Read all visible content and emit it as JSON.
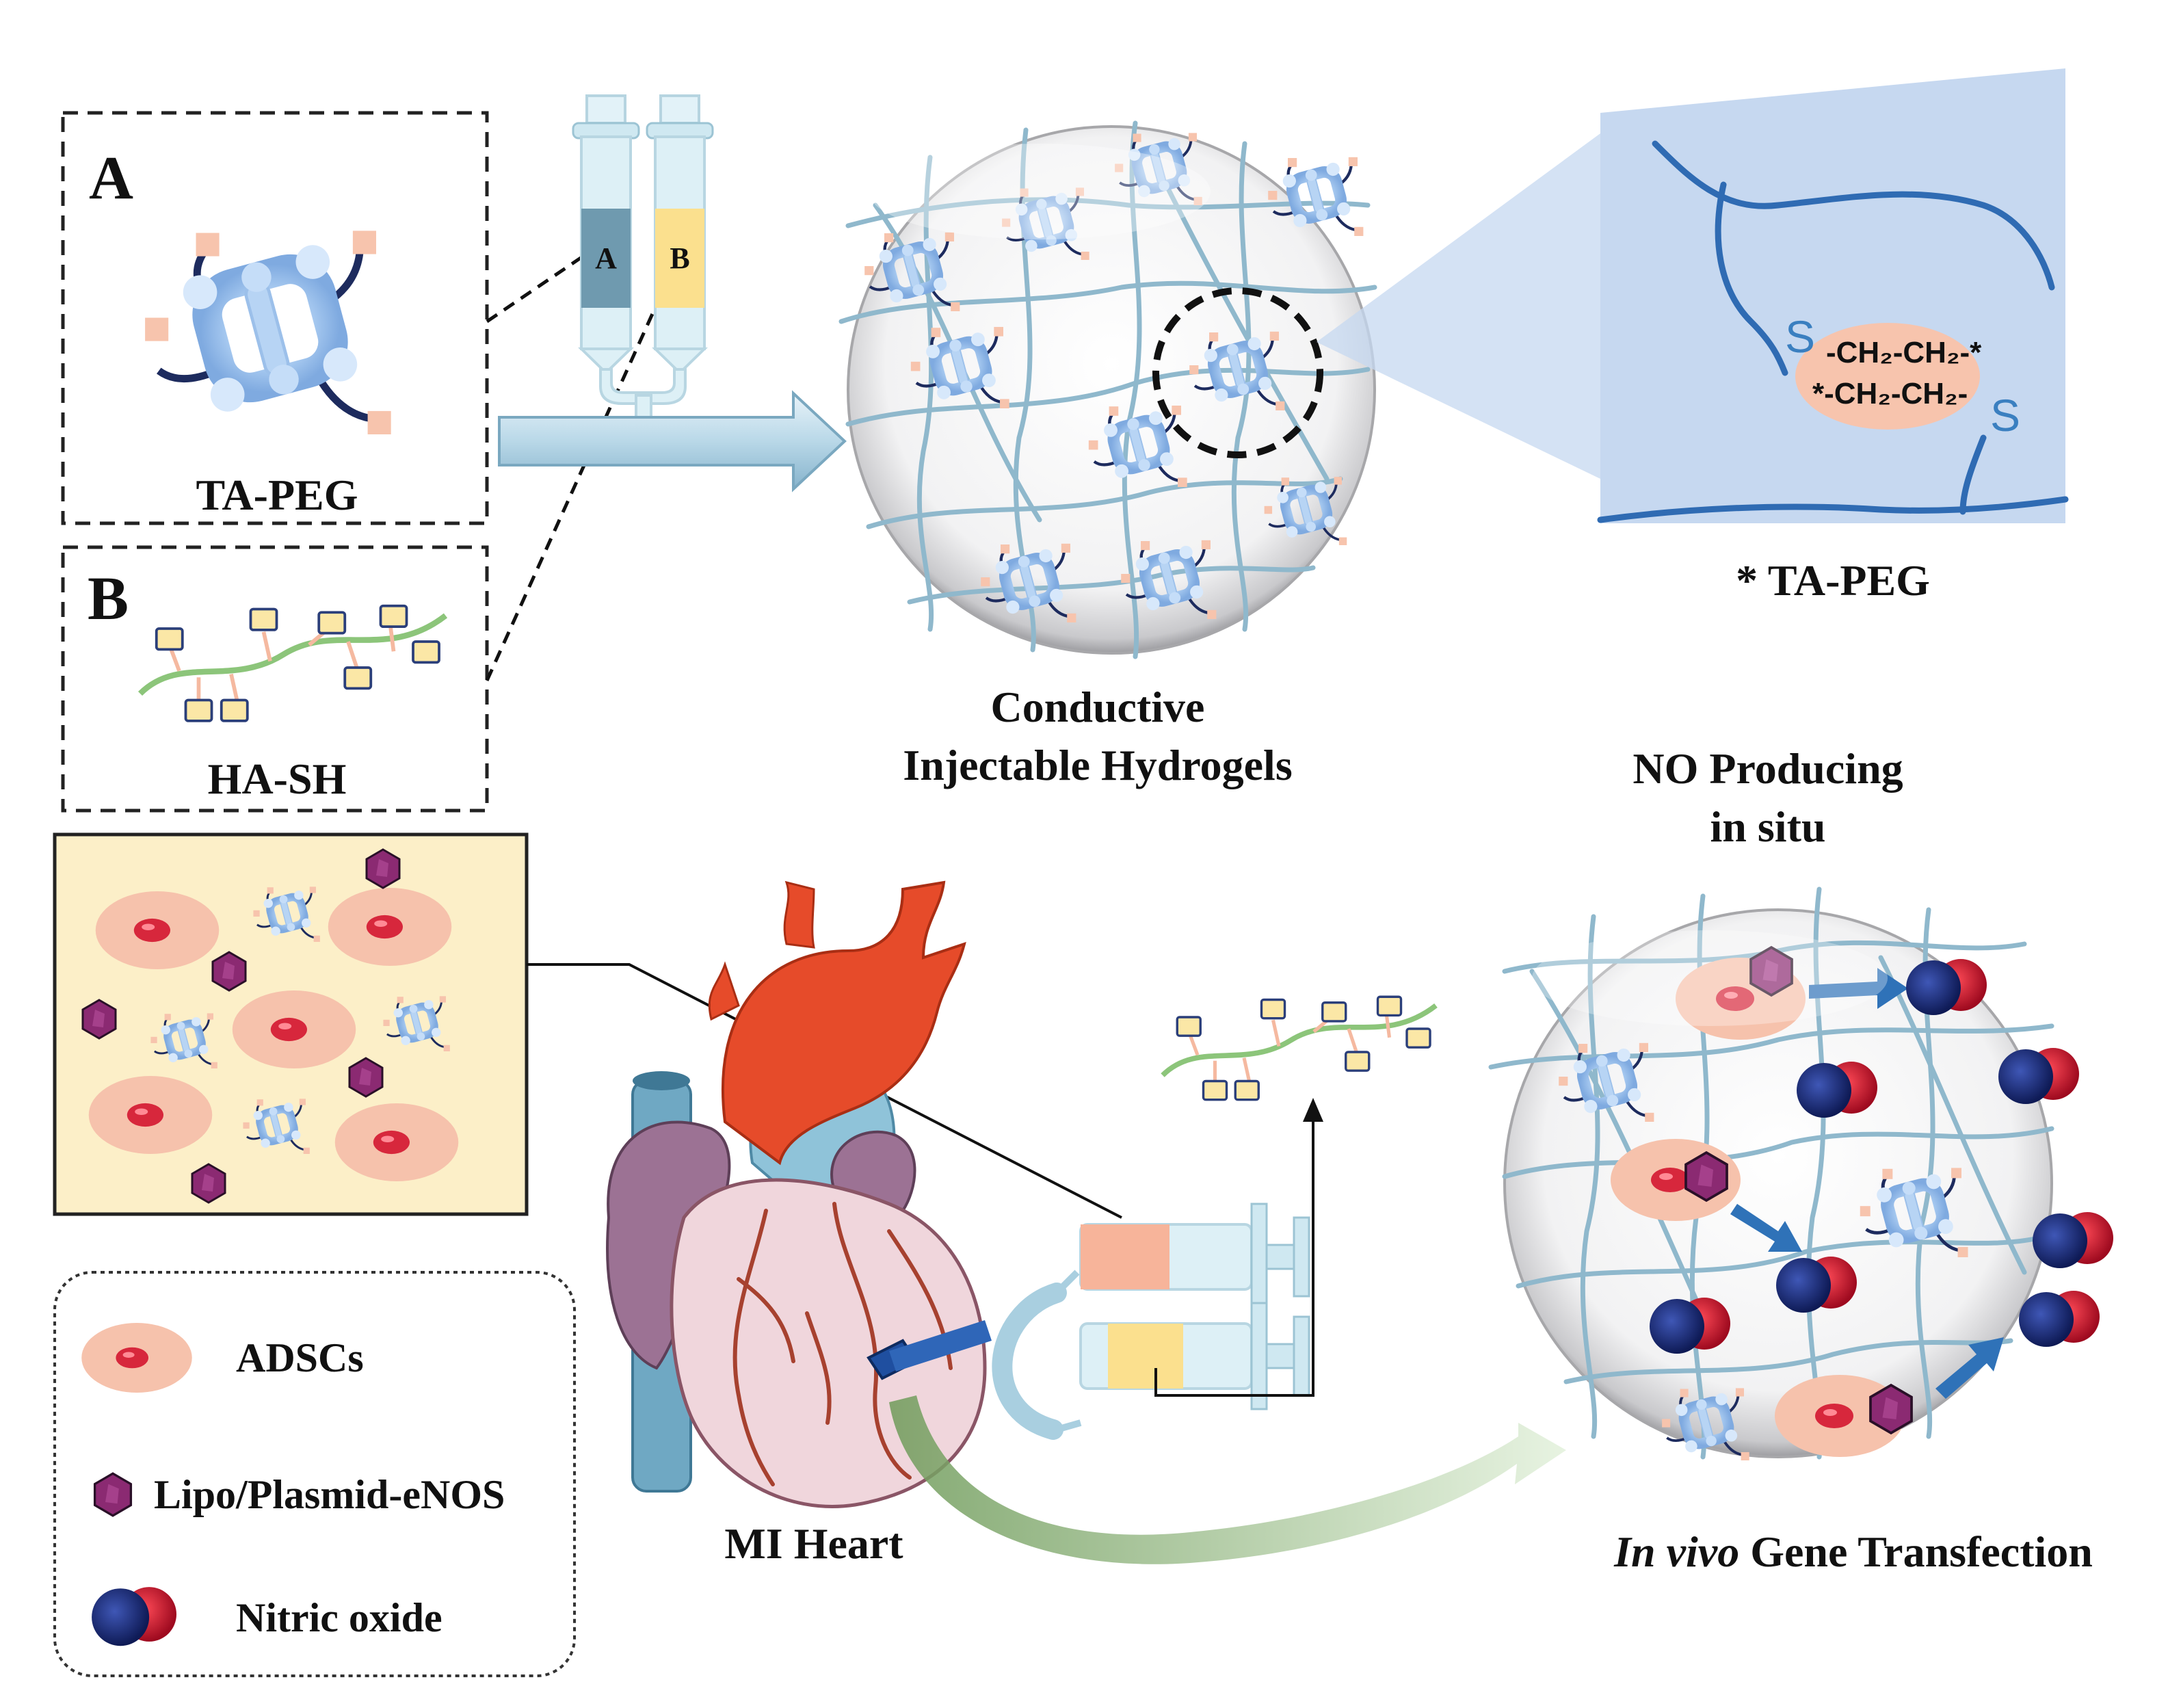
{
  "panel_a": {
    "letter": "A",
    "caption": "TA-PEG"
  },
  "panel_b": {
    "letter": "B",
    "caption": "HA-SH"
  },
  "syringe": {
    "label_a": "A",
    "label_b": "B"
  },
  "hydrogel": {
    "caption_line1": "Conductive",
    "caption_line2": "Injectable Hydrogels"
  },
  "zoom": {
    "caption": "* TA-PEG",
    "s_top": "S",
    "s_bottom": "S",
    "formula_top": "-CH₂-CH₂-*",
    "formula_bottom": "*-CH₂-CH₂-"
  },
  "no_producing": {
    "line1": "NO Producing",
    "line2": "in situ"
  },
  "heart": {
    "caption": "MI Heart"
  },
  "transfection": {
    "caption_italic": "In vivo",
    "caption_rest": " Gene Transfection"
  },
  "legend": [
    {
      "icon": "adsc-cell-icon",
      "label": "ADSCs"
    },
    {
      "icon": "lipo-plasmid-icon",
      "label": "Lipo/Plasmid-eNOS"
    },
    {
      "icon": "nitric-oxide-icon",
      "label": "Nitric oxide"
    }
  ],
  "colors": {
    "mesh": "#8fb8cc",
    "nanoparticle": "#a8c8ef",
    "cell": "#f6c2ac",
    "nucleus": "#d7273c",
    "plasmid": "#8b2a72",
    "no_blue": "#1c2f7a",
    "no_red": "#c8102e",
    "aorta": "#e64b2a",
    "heart": "#f0d6dc",
    "zoom_panel": "#c6d8f0",
    "orange_pad": "#f7c4ad",
    "yellow_pad": "#fbe7a6"
  }
}
